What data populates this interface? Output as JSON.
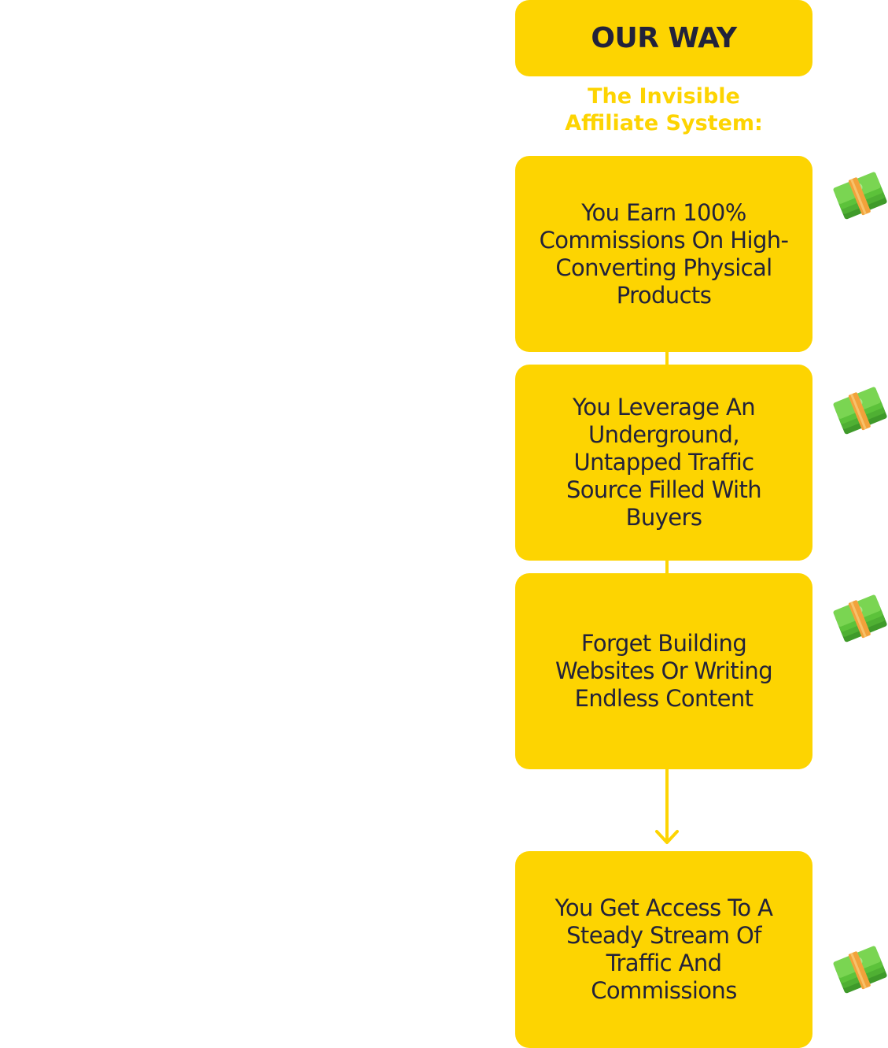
{
  "header": {
    "title": "OUR WAY"
  },
  "subtitle": {
    "line1": "The Invisible",
    "line2": "Affiliate System:"
  },
  "steps": [
    {
      "text": "You Earn 100% Commissions On High-Converting Physical Products",
      "icon": "money-stack-icon"
    },
    {
      "text": "You Leverage An Underground, Untapped Traffic Source Filled With Buyers",
      "icon": "money-stack-icon"
    },
    {
      "text": "Forget Building Websites Or Writing Endless Content",
      "icon": "money-stack-icon"
    },
    {
      "text": "You Get Access To A Steady Stream Of Traffic And Commissions",
      "icon": "money-stack-icon"
    }
  ],
  "colors": {
    "accent": "#fdd401",
    "text": "#22223a",
    "money_green": "#5cc23a",
    "money_band": "#f2a23b"
  }
}
